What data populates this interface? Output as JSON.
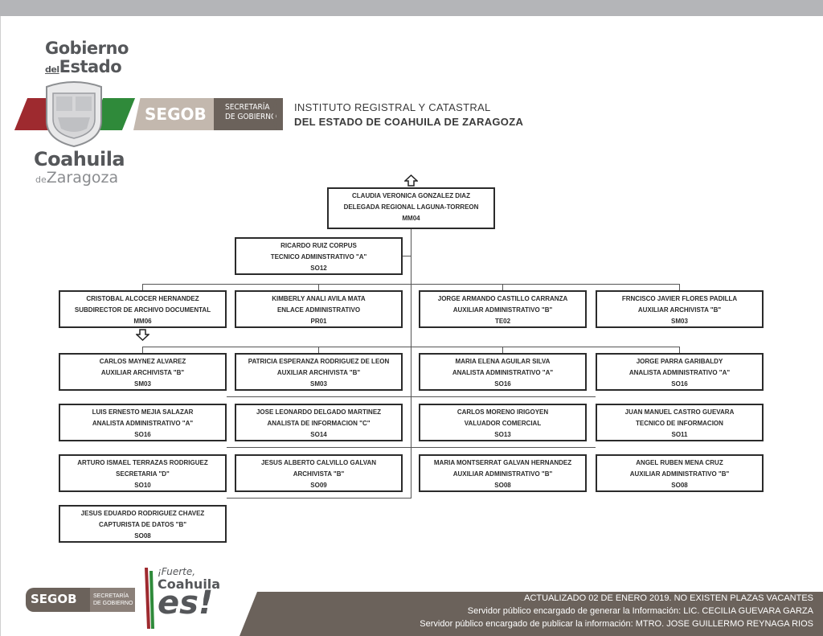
{
  "header": {
    "logo_gobierno": "Gobierno",
    "logo_del": "del",
    "logo_estado": "Estado",
    "logo_coahuila": "Coahuila",
    "logo_de": "de",
    "logo_zaragoza": "Zaragoza",
    "segob": "SEGOB",
    "secretaria_line1": "SECRETARÍA",
    "secretaria_line2": "DE GOBIERNO",
    "institute_line1": "INSTITUTO REGISTRAL Y CATASTRAL",
    "institute_line2": "DEL ESTADO DE COAHUILA DE ZARAGOZA"
  },
  "org": {
    "head": {
      "name": "CLAUDIA VERONICA GONZALEZ DIAZ",
      "title": "DELEGADA REGIONAL LAGUNA-TORREON",
      "code": "MM04"
    },
    "assistant": {
      "name": "RICARDO RUIZ CORPUS",
      "title": "TECNICO ADMINSTRATIVO \"A\"",
      "code": "SO12"
    },
    "row1": [
      {
        "name": "CRISTOBAL ALCOCER HERNANDEZ",
        "title": "SUBDIRECTOR DE ARCHIVO DOCUMENTAL",
        "code": "MM06"
      },
      {
        "name": "KIMBERLY ANALI AVILA MATA",
        "title": "ENLACE ADMINISTRATIVO",
        "code": "PR01"
      },
      {
        "name": "JORGE ARMANDO CASTILLO CARRANZA",
        "title": "AUXILIAR ADMINISTRATIVO \"B\"",
        "code": "TE02"
      },
      {
        "name": "FRNCISCO JAVIER FLORES PADILLA",
        "title": "AUXILIAR ARCHIVISTA \"B\"",
        "code": "SM03"
      }
    ],
    "row2": [
      {
        "name": "CARLOS MAYNEZ ALVAREZ",
        "title": "AUXILIAR ARCHIVISTA \"B\"",
        "code": "SM03"
      },
      {
        "name": "PATRICIA ESPERANZA RODRIGUEZ DE LEON",
        "title": "AUXILIAR ARCHIVISTA \"B\"",
        "code": "SM03"
      },
      {
        "name": "MARIA ELENA AGUILAR SILVA",
        "title": "ANALISTA  ADMINISTRATIVO \"A\"",
        "code": "SO16"
      },
      {
        "name": "JORGE PARRA GARIBALDY",
        "title": "ANALISTA  ADMINISTRATIVO \"A\"",
        "code": "SO16"
      }
    ],
    "row3": [
      {
        "name": "LUIS ERNESTO MEJIA SALAZAR",
        "title": "ANALISTA  ADMINISTRATIVO \"A\"",
        "code": "SO16"
      },
      {
        "name": "JOSE LEONARDO DELGADO MARTINEZ",
        "title": "ANALISTA DE INFORMACION \"C\"",
        "code": "SO14"
      },
      {
        "name": "CARLOS MORENO IRIGOYEN",
        "title": "VALUADOR COMERCIAL",
        "code": "SO13"
      },
      {
        "name": "JUAN MANUEL CASTRO GUEVARA",
        "title": "TECNICO DE INFORMACION",
        "code": "SO11"
      }
    ],
    "row4": [
      {
        "name": "ARTURO ISMAEL TERRAZAS RODRIGUEZ",
        "title": "SECRETARIA \"D\"",
        "code": "SO10"
      },
      {
        "name": "JESUS ALBERTO CALVILLO GALVAN",
        "title": "ARCHIVISTA \"B\"",
        "code": "SO09"
      },
      {
        "name": "MARIA MONTSERRAT GALVAN HERNANDEZ",
        "title": "AUXILIAR ADMINISTRATIVO \"B\"",
        "code": "SO08"
      },
      {
        "name": "ANGEL RUBEN MENA CRUZ",
        "title": "AUXILIAR ADMINISTRATIVO \"B\"",
        "code": "SO08"
      }
    ],
    "row5": [
      {
        "name": "JESUS EDUARDO RODRIGUEZ CHAVEZ",
        "title": "CAPTURISTA DE DATOS  \"B\"",
        "code": "SO08"
      }
    ]
  },
  "footer": {
    "segob": "SEGOB",
    "secretaria_line1": "SECRETARÍA",
    "secretaria_line2": "DE GOBIERNO",
    "slogan1": "¡Fuerte,",
    "slogan2": "Coahuila",
    "slogan3": "es!",
    "line1": "ACTUALIZADO  02 DE ENERO 2019.  NO EXISTEN PLAZAS VACANTES",
    "line2": "Servidor público encargado de generar la Información: LIC. CECILIA GUEVARA GARZA",
    "line3": "Servidor público encargado de publicar la información: MTRO. JOSE GUILLERMO REYNAGA RIOS"
  }
}
